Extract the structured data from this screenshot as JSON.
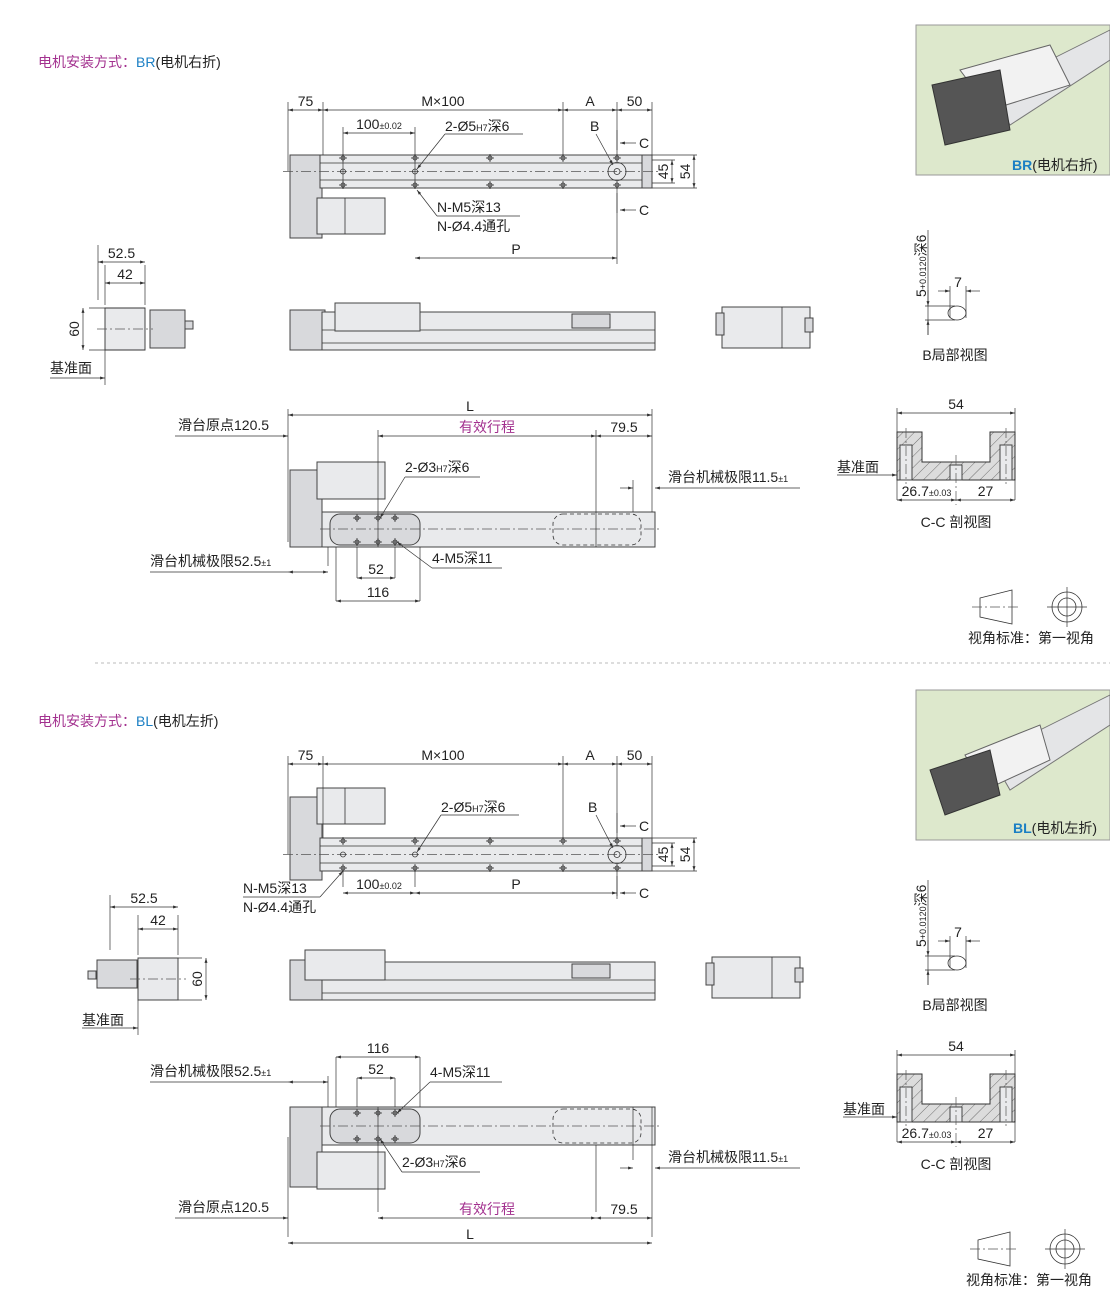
{
  "sections": [
    {
      "mount_label": "电机安装方式：",
      "mount_code": "BR",
      "mount_desc": "(电机右折)",
      "top_view": {
        "dim_75": "75",
        "dim_m": "M×100",
        "dim_a": "A",
        "dim_50": "50",
        "dim_100": "100",
        "dim_100_tol": "±0.02",
        "hole": "2-Ø5",
        "hole_tol": "H7",
        "hole_depth": "深6",
        "b": "B",
        "c": "C",
        "dim_45": "45",
        "dim_54": "54",
        "tap": "N-M5深13",
        "thru": "N-Ø4.4通孔",
        "p": "P"
      },
      "end_view": {
        "dim_52_5": "52.5",
        "dim_42": "42",
        "dim_60": "60",
        "datum": "基准面"
      },
      "bottom_view": {
        "l": "L",
        "origin": "滑台原点120.5",
        "stroke": "有效行程",
        "dim_79_5": "79.5",
        "limit_right": "滑台机械极限11.5",
        "limit_right_tol": "±1",
        "limit_left": "滑台机械极限52.5",
        "limit_left_tol": "±1",
        "pin": "2-Ø3",
        "pin_tol": "H7",
        "pin_depth": "深6",
        "tap": "4-M5深11",
        "dim_52": "52",
        "dim_116": "116"
      },
      "b_detail": {
        "dim_5": "5",
        "tol_upper": "+0.012",
        "tol_lower": "0",
        "depth": "深6",
        "dim_7": "7",
        "caption": "B局部视图"
      },
      "cc_section": {
        "dim_54": "54",
        "datum": "基准面",
        "dim_26_7": "26.7",
        "tol": "±0.03",
        "dim_27": "27",
        "caption": "C-C 剖视图"
      },
      "projection": "视角标准：第一视角",
      "photo": {
        "code": "BR",
        "desc": "(电机右折)"
      }
    },
    {
      "mount_label": "电机安装方式：",
      "mount_code": "BL",
      "mount_desc": "(电机左折)",
      "top_view": {
        "dim_75": "75",
        "dim_m": "M×100",
        "dim_a": "A",
        "dim_50": "50",
        "dim_100": "100",
        "dim_100_tol": "±0.02",
        "hole": "2-Ø5",
        "hole_tol": "H7",
        "hole_depth": "深6",
        "b": "B",
        "c": "C",
        "dim_45": "45",
        "dim_54": "54",
        "tap": "N-M5深13",
        "thru": "N-Ø4.4通孔",
        "p": "P"
      },
      "end_view": {
        "dim_52_5": "52.5",
        "dim_42": "42",
        "dim_60": "60",
        "datum": "基准面"
      },
      "bottom_view": {
        "l": "L",
        "origin": "滑台原点120.5",
        "stroke": "有效行程",
        "dim_79_5": "79.5",
        "limit_right": "滑台机械极限11.5",
        "limit_right_tol": "±1",
        "limit_left": "滑台机械极限52.5",
        "limit_left_tol": "±1",
        "pin": "2-Ø3",
        "pin_tol": "H7",
        "pin_depth": "深6",
        "tap": "4-M5深11",
        "dim_52": "52",
        "dim_116": "116"
      },
      "b_detail": {
        "dim_5": "5",
        "tol_upper": "+0.012",
        "tol_lower": "0",
        "depth": "深6",
        "dim_7": "7",
        "caption": "B局部视图"
      },
      "cc_section": {
        "dim_54": "54",
        "datum": "基准面",
        "dim_26_7": "26.7",
        "tol": "±0.03",
        "dim_27": "27",
        "caption": "C-C 剖视图"
      },
      "projection": "视角标准：第一视角",
      "photo": {
        "code": "BL",
        "desc": "(电机左折)"
      }
    }
  ],
  "colors": {
    "label": "#a3318f",
    "code": "#1b7fc4",
    "stroke_text": "#a3318f",
    "photo_bg": "#dde8cc"
  }
}
